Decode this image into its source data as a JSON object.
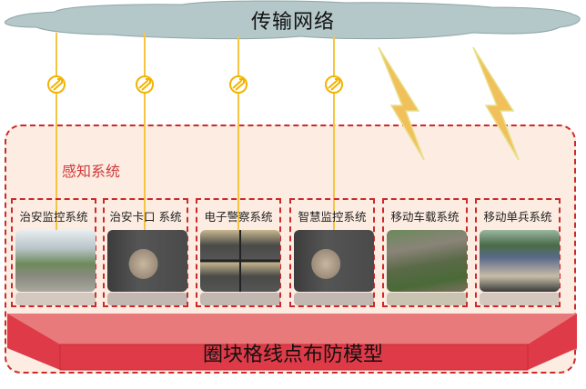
{
  "network": {
    "title": "传输网络",
    "cloud_color": "#b4c7c9"
  },
  "sensing": {
    "title": "感知系统",
    "title_color": "#d23a3a"
  },
  "subsystems": [
    {
      "label": "治安监控系统",
      "photo": "street-scene",
      "link": "wired"
    },
    {
      "label": "治安卡口 系统",
      "photo": "vehicle-checkpoint",
      "link": "wired"
    },
    {
      "label": "电子警察系统",
      "photo": "traffic-grid",
      "link": "wired"
    },
    {
      "label": "智慧监控系统",
      "photo": "vehicle-checkpoint",
      "link": "wired"
    },
    {
      "label": "移动车载系统",
      "photo": "roadside-accident",
      "link": "wireless"
    },
    {
      "label": "移动单兵系统",
      "photo": "police-crowd",
      "link": "wireless"
    }
  ],
  "base": {
    "title": "圈块格线点布防模型",
    "top_color": "#e87a7c",
    "front_color": "#df3a48"
  },
  "colors": {
    "border": "#cc2a2a",
    "container_bg": "#fcece2",
    "wire": "#f5c542",
    "lightning": "#f2c05a"
  }
}
